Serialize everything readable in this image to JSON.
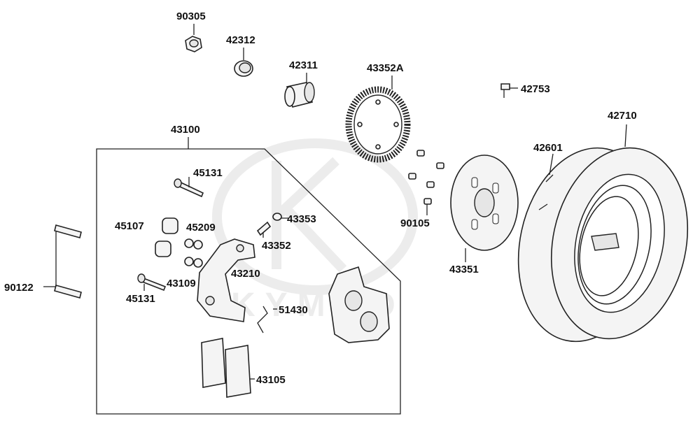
{
  "labels": {
    "p90305": "90305",
    "p42312": "42312",
    "p42311": "42311",
    "p43352A": "43352A",
    "p42753": "42753",
    "p42710": "42710",
    "p43100": "43100",
    "p42601": "42601",
    "p45131a": "45131",
    "p43353": "43353",
    "p90105": "90105",
    "p45107": "45107",
    "p45209": "45209",
    "p43352": "43352",
    "p90122": "90122",
    "p43109": "43109",
    "p43210": "43210",
    "p43351": "43351",
    "p45131b": "45131",
    "p51430": "51430",
    "p43105": "43105"
  },
  "watermark": "KYMCO"
}
